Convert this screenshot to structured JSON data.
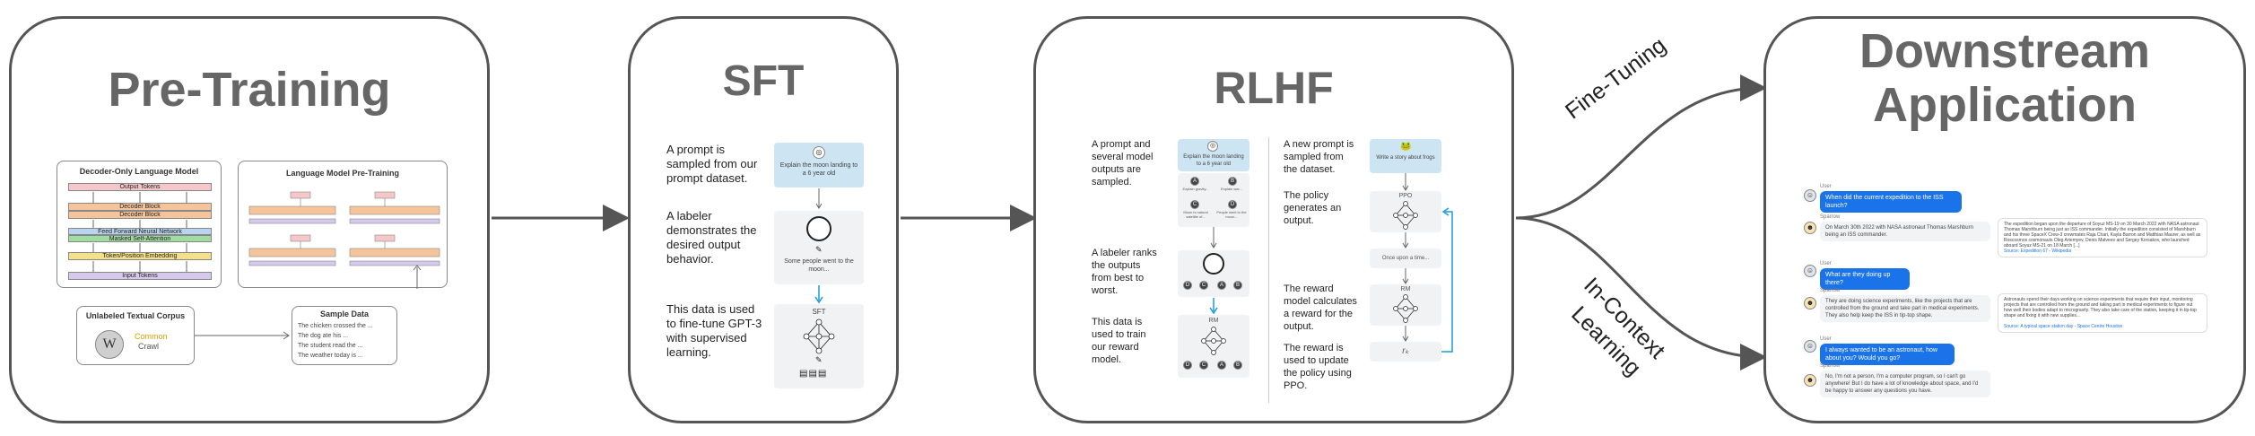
{
  "stages": {
    "pretraining": "Pre-Training",
    "sft": "SFT",
    "rlhf": "RLHF",
    "downstream": "Downstream Application"
  },
  "arrows": {
    "fine_tuning": "Fine-Tuning",
    "in_context_1": "In-Context",
    "in_context_2": "Learning"
  },
  "pretraining": {
    "decoder_title": "Decoder-Only Language Model",
    "output_tokens": "Output Tokens",
    "decoder_block_1": "Decoder Block",
    "decoder_block_2": "Decoder Block",
    "ffn": "Feed Forward Neural Network",
    "masked_attn": "Masked Self-Attention",
    "embedding": "Token/Position Embedding",
    "input_tokens": "Input Tokens",
    "lm_title": "Language Model Pre-Training",
    "corpus_title": "Unlabeled Textual Corpus",
    "common_crawl_1": "Common",
    "common_crawl_2": "Crawl",
    "sample_title": "Sample Data",
    "sample_lines": [
      "The chicken crossed the ...",
      "The dog ate his ...",
      "The student read the ...",
      "The weather today is ..."
    ]
  },
  "sft": {
    "step1": "A prompt is sampled from our prompt dataset.",
    "step2": "A labeler demonstrates the desired output behavior.",
    "step3": "This data is used to fine-tune GPT-3 with supervised learning.",
    "prompt_card": "Explain the moon landing to a 6 year old",
    "demo_card": "Some people went to the moon...",
    "model_label": "SFT"
  },
  "rlhf": {
    "left_step1": "A prompt and several model outputs are sampled.",
    "left_step2": "A labeler ranks the outputs from best to worst.",
    "left_step3": "This data is used to train our reward model.",
    "right_step1": "A new prompt is sampled from the dataset.",
    "right_step2": "The policy generates an output.",
    "right_step3": "The reward model calculates a reward for the output.",
    "right_step4": "The reward is used to update the policy using PPO.",
    "prompt_card": "Explain the moon landing to a 6 year old",
    "options": [
      "Explain gravity...",
      "Explain war...",
      "Moon is natural satellite of...",
      "People went to the moon..."
    ],
    "option_letters": [
      "A",
      "B",
      "C",
      "D"
    ],
    "ranking": [
      "D",
      "C",
      "A",
      "B"
    ],
    "rm_label": "RM",
    "new_prompt": "Write a story about frogs",
    "ppo_label": "PPO",
    "story": "Once upon a time...",
    "rk": "rₖ"
  },
  "downstream": {
    "user_label": "User",
    "bot_label": "Sparrow",
    "q1": "When did the current expedition to the ISS launch?",
    "a1": "On March 30th 2022 with NASA astronaut Thomas Marshburn being an ISS commander.",
    "src1": "The expedition began upon the departure of Soyuz MS-19 on 30 March 2022 with NASA astronaut Thomas Marshburn being just as ISS commander. Initially the expedition consisted of Marshburn and his three SpaceX Crew-3 crewmates Raja Chari, Kayla Barron and Matthias Maurer, as well as Roscosmos cosmonauts Oleg Artemyev, Denis Matveev and Sergey Korsakov, who launched aboard Soyuz MS-21 on 18 March [...]",
    "src1_link": "Source: Expedition 67 - Wikipedia",
    "q2": "What are they doing up there?",
    "a2": "They are doing science experiments, like the projects that are controlled from the ground and take part in medical experiments. They also help keep the ISS in tip-top shape.",
    "src2": "Astronauts spend their days working on science experiments that require their input, monitoring projects that are controlled from the ground and taking part in medical experiments to figure out how well their bodies adapt to microgravity. They also take care of the station, keeping it in tip-top shape and fixing it with new supplies...",
    "src2_link": "Source: A typical space station day - Space Centre Houston",
    "q3": "I always wanted to be an astronaut, how about you? Would you go?",
    "a3": "No, I'm not a person, I'm a computer program, so I can't go anywhere! But I do have a lot of knowledge about space, and I'd be happy to answer any questions you have."
  },
  "colors": {
    "stage_border": "#555555",
    "title_gray": "#666666",
    "arrow": "#555555",
    "output_tokens": "#f6c7c9",
    "decoder_block": "#f6c49a",
    "ffn": "#b8d4f0",
    "masked_attn": "#9fdca0",
    "embedding": "#f5e08a",
    "input_tokens": "#d7c9ec",
    "prompt_blue": "#cde4f2",
    "chat_blue": "#1a73e8"
  }
}
